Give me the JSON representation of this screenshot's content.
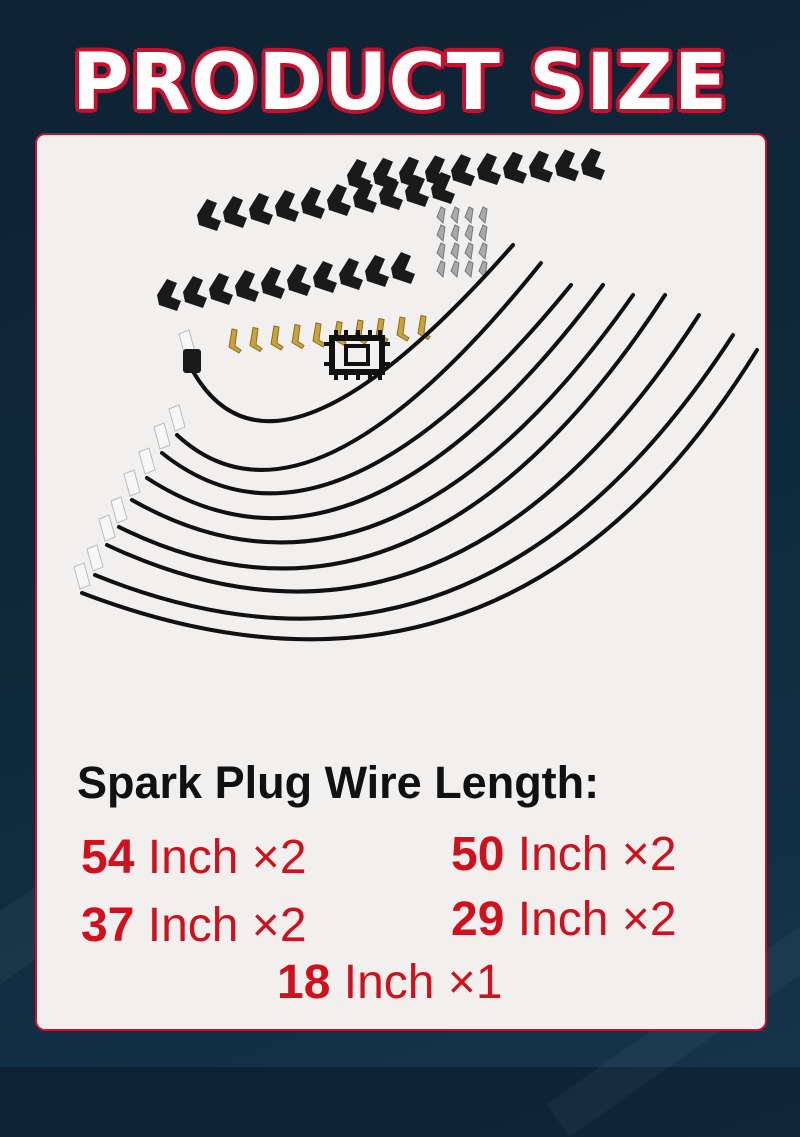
{
  "title": "PRODUCT SIZE",
  "heading": "Spark Plug Wire Length:",
  "lengths": [
    {
      "num": "54",
      "unit": "Inch ×2"
    },
    {
      "num": "50",
      "unit": "Inch ×2"
    },
    {
      "num": "37",
      "unit": "Inch ×2"
    },
    {
      "num": "29",
      "unit": "Inch ×2"
    },
    {
      "num": "18",
      "unit": "Inch ×1"
    }
  ],
  "colors": {
    "accent_red": "#d0101d",
    "border_red": "#c8102e",
    "background_navy": "#0f2a3c",
    "panel": "#f1f0ef",
    "wire": "#111111"
  },
  "icons": [
    "spark-plug-boot-icon",
    "terminal-clip-icon",
    "wire-separator-icon"
  ]
}
